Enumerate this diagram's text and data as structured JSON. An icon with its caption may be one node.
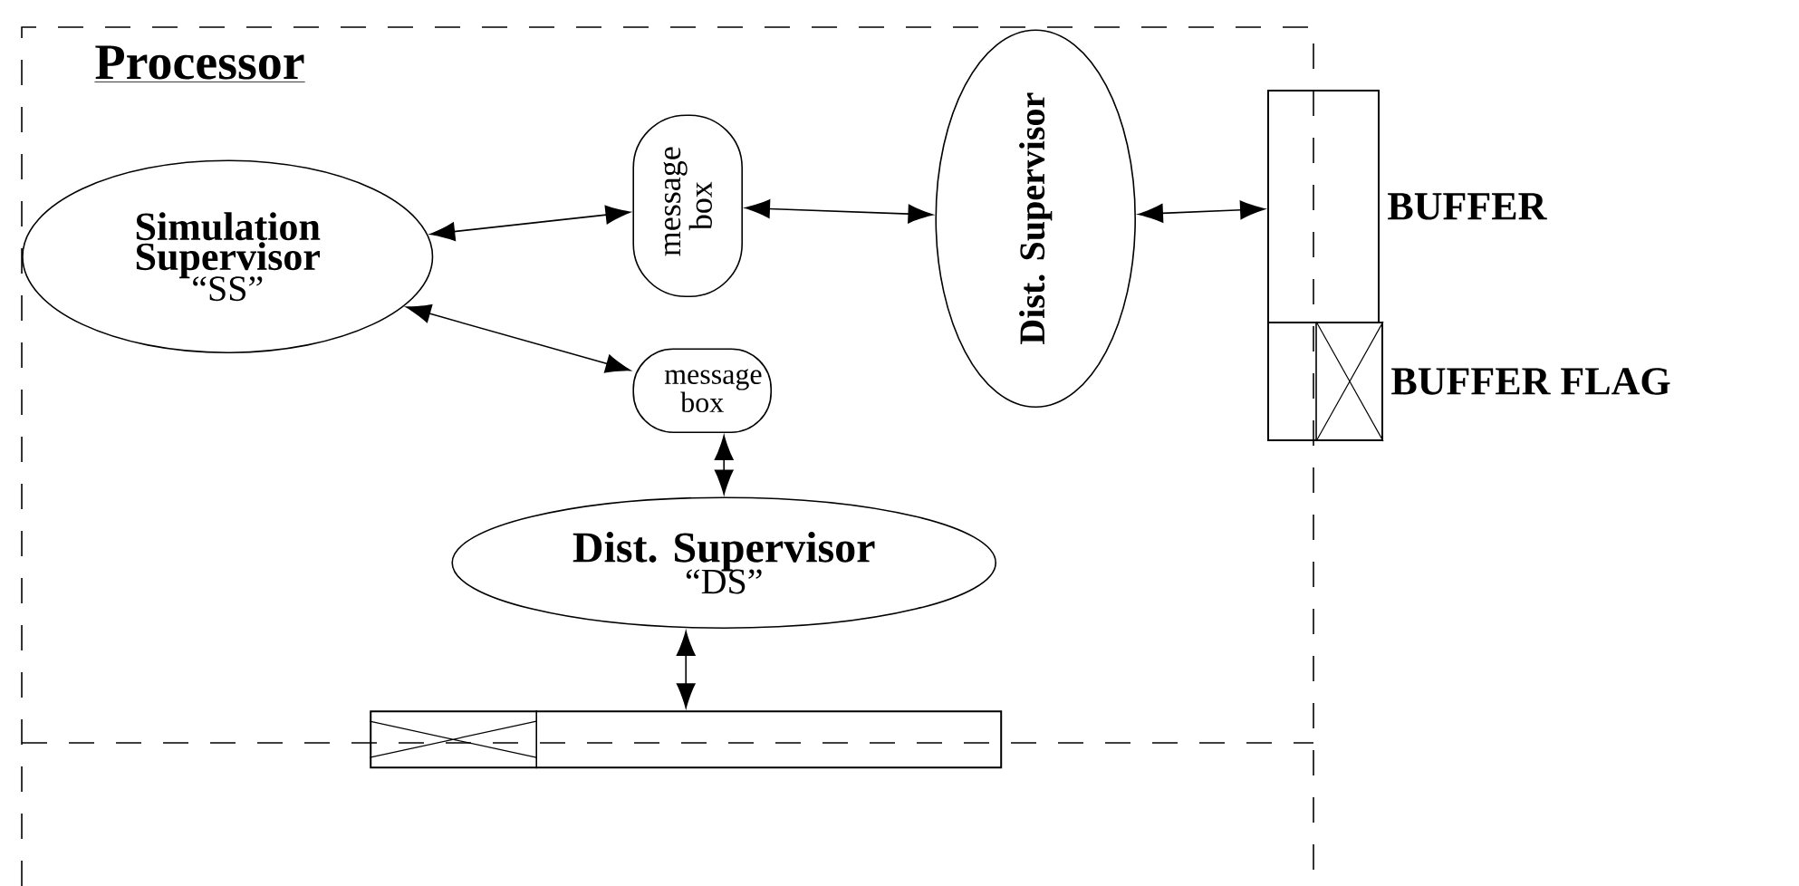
{
  "diagram": {
    "nodes": [
      {
        "text": [
          "Processor"
        ]
      },
      {
        "text": [
          "Simulation Supervisor",
          "“SS”"
        ],
        "in": 0
      },
      {
        "text": [
          "message box"
        ],
        "in": 0
      },
      {
        "text": [
          "message box"
        ],
        "in": 0
      },
      {
        "text": [
          "Dist. Supervisor"
        ],
        "in": 0
      },
      {
        "text": [],
        "shape": "box",
        "beside": [
          "BUFFER"
        ]
      },
      {
        "text": [],
        "shape": "box",
        "beside": [
          "BUFFER FLAG"
        ]
      },
      {
        "text": [
          "Dist. Supervisor",
          "“DS”"
        ],
        "in": 0
      },
      {
        "text": [],
        "shape": "box",
        "in": 0
      }
    ],
    "edges": [
      {
        "from": 1,
        "to": 2,
        "arrow": "both"
      },
      {
        "from": 1,
        "to": 3,
        "arrow": "both"
      },
      {
        "from": 2,
        "to": 4,
        "arrow": "both"
      },
      {
        "from": 4,
        "to": 5,
        "arrow": "both"
      },
      {
        "from": 3,
        "to": 7,
        "arrow": "both"
      },
      {
        "from": 7,
        "to": 8,
        "arrow": "both"
      }
    ]
  }
}
